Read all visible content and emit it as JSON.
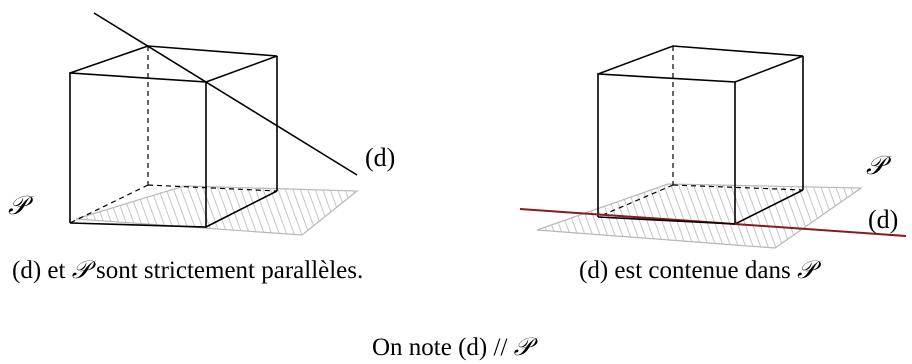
{
  "left_figure": {
    "line_label": "(d)",
    "plane_label": "𝒫",
    "caption_prefix": "(d) et ",
    "caption_plane": "𝒫",
    "caption_suffix": " sont strictement parallèles."
  },
  "right_figure": {
    "plane_label": "𝒫",
    "line_label": "(d)",
    "caption_prefix": "(d) est contenue dans ",
    "caption_plane": "𝒫"
  },
  "conclusion": {
    "prefix": "On note (d) // ",
    "plane": "𝒫"
  },
  "colors": {
    "ink": "#000000",
    "plane_hatch": "#b8b8b8",
    "contained_line": "#8b1a1a"
  }
}
